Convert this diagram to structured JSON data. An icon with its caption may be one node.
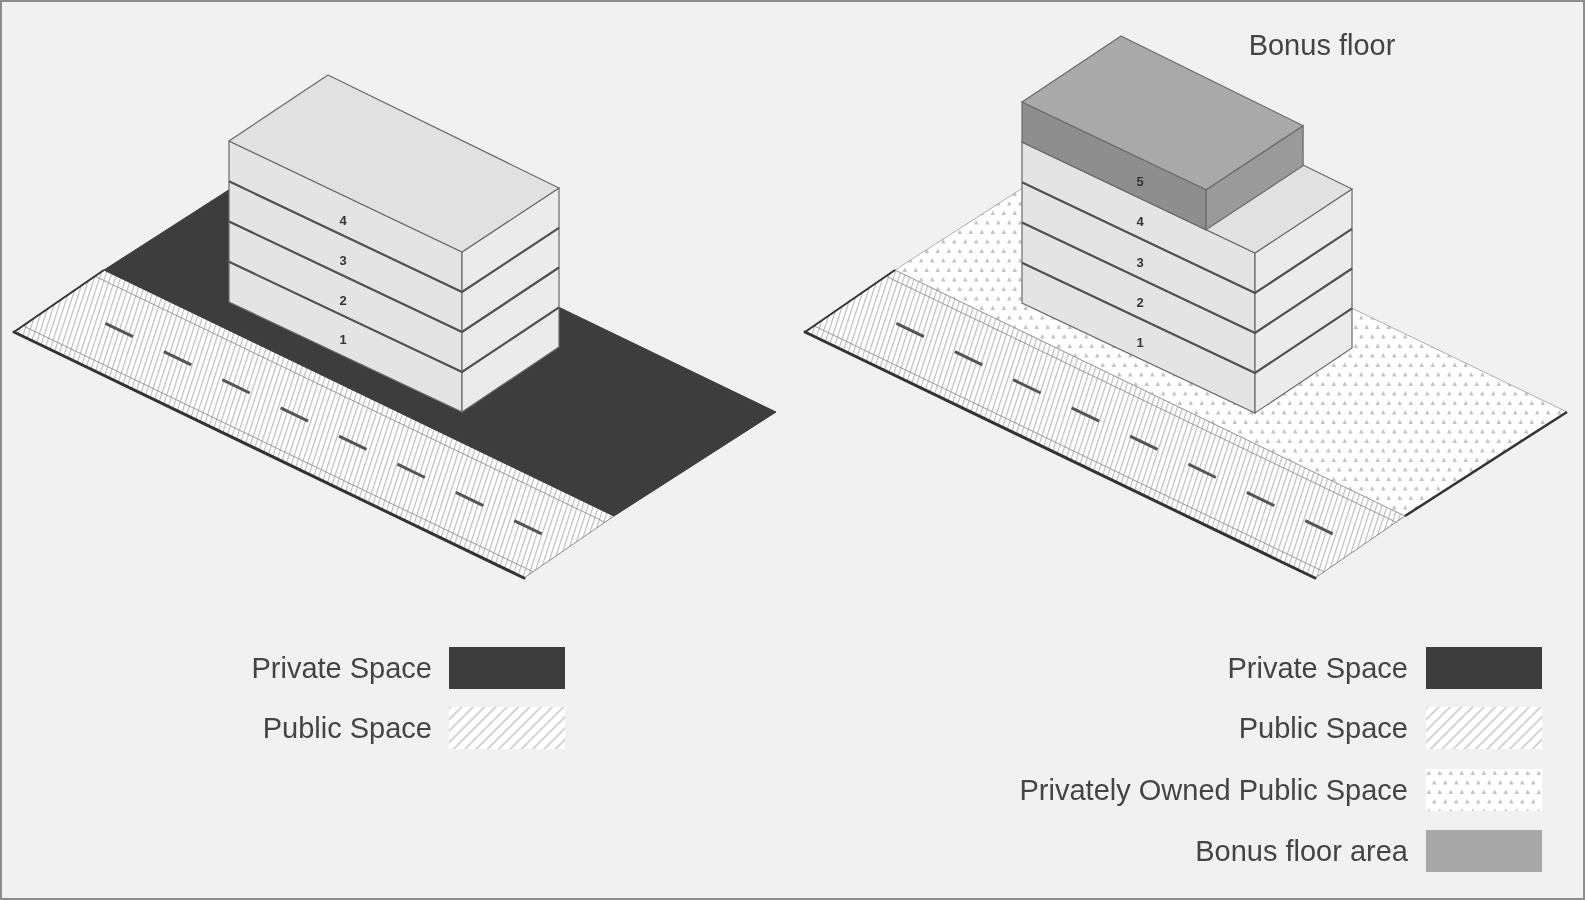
{
  "diagram": {
    "labels": [
      "4",
      "3",
      "2",
      "1",
      "Bonus floor",
      "5",
      "4",
      "3",
      "2",
      "1"
    ],
    "legend": [
      {
        "text": "Private Space",
        "color": "#3d3d3d"
      },
      {
        "text": "Public Space"
      },
      {
        "text": "Private Space",
        "color": "#3d3d3d"
      },
      {
        "text": "Public Space"
      },
      {
        "text": "Privately Owned Public Space"
      },
      {
        "text": "Bonus floor area",
        "color": "#a8a8a8"
      }
    ]
  }
}
